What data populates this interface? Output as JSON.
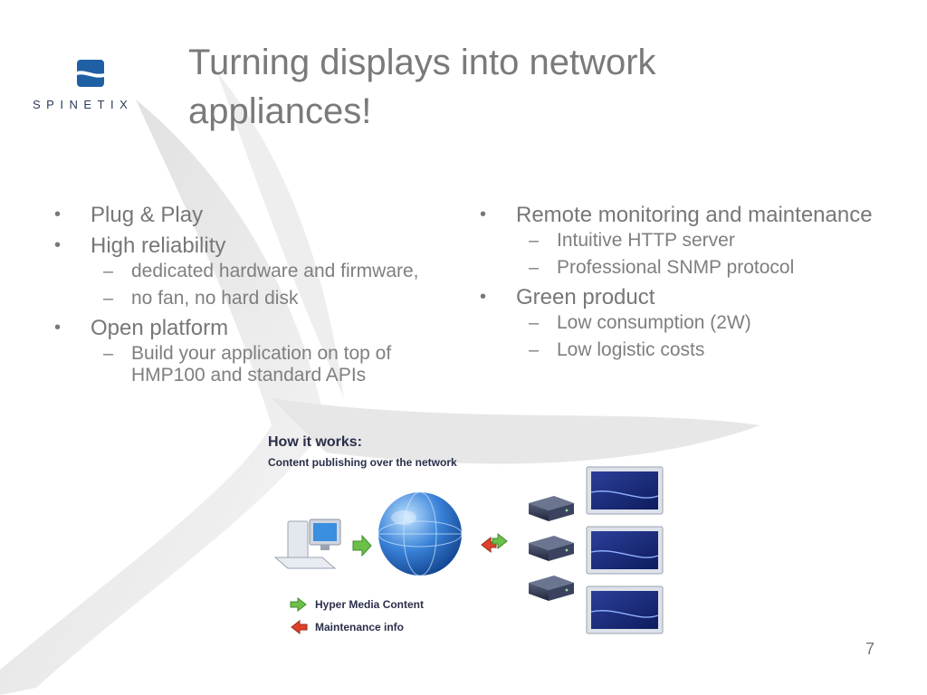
{
  "brand": {
    "name": "SPINETIX",
    "accent": "#1f5fa3"
  },
  "slide": {
    "title": "Turning displays into network appliances!",
    "page_number": "7"
  },
  "left_column": {
    "items": [
      {
        "text": "Plug & Play",
        "subitems": []
      },
      {
        "text": "High reliability",
        "subitems": [
          "dedicated hardware and firmware,",
          "no fan, no hard disk"
        ]
      },
      {
        "text": "Open platform",
        "subitems": [
          "Build your application on top of HMP100 and standard APIs"
        ]
      }
    ]
  },
  "right_column": {
    "items": [
      {
        "text": "Remote monitoring and maintenance",
        "subitems": [
          "Intuitive HTTP server",
          "Professional SNMP protocol"
        ]
      },
      {
        "text": "Green product",
        "subitems": [
          "Low consumption (2W)",
          "Low logistic costs"
        ]
      }
    ]
  },
  "diagram": {
    "title": "How it works:",
    "subtitle": "Content publishing over the network",
    "legend": [
      {
        "label": "Hyper Media Content",
        "color": "#6cc04a",
        "icon": "green-arrow-icon"
      },
      {
        "label": "Maintenance info",
        "color": "#e0402a",
        "icon": "red-arrow-icon"
      }
    ]
  }
}
